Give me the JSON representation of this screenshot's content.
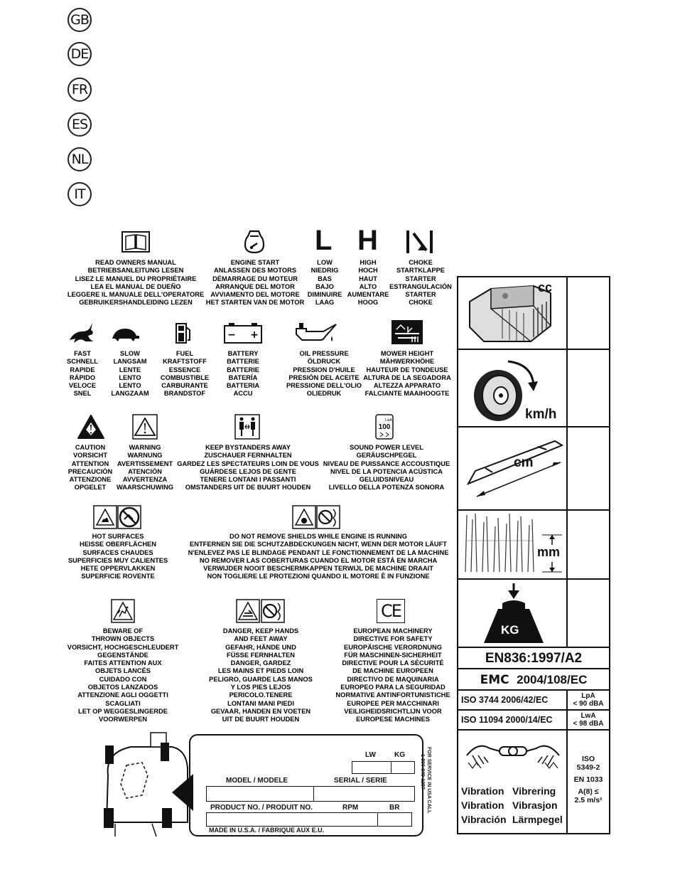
{
  "languages": [
    "GB",
    "DE",
    "FR",
    "ES",
    "NL",
    "IT"
  ],
  "symbols": {
    "owners_manual": [
      "READ OWNERS MANUAL",
      "BETRIEBSANLEITUNG LESEN",
      "LISEZ LE MANUEL DU PROPRIÉTAIRE",
      "LEA EL MANUAL DE DUEÑO",
      "LEGGERE IL MANUALE DELL'OPERATORE",
      "GEBRUIKERSHANDLEIDING LEZEN"
    ],
    "engine_start": [
      "ENGINE START",
      "ANLASSEN DES MOTORS",
      "DÉMARRAGE DU MOTEUR",
      "ARRANQUE DEL MOTOR",
      "AVVIAMENTO DEL MOTORE",
      "HET STARTEN VAN DE MOTOR"
    ],
    "low": [
      "LOW",
      "NIEDRIG",
      "BAS",
      "BAJO",
      "DIMINUIRE",
      "LAAG"
    ],
    "high": [
      "HIGH",
      "HOCH",
      "HAUT",
      "ALTO",
      "AUMENTARE",
      "HOOG"
    ],
    "choke": [
      "CHOKE",
      "STARTKLAPPE",
      "STARTER",
      "ESTRANGULACIÓN",
      "STARTER",
      "CHOKE"
    ],
    "low_letter": "L",
    "high_letter": "H",
    "fast": [
      "FAST",
      "SCHNELL",
      "RAPIDE",
      "RÁPIDO",
      "VELOCE",
      "SNEL"
    ],
    "slow": [
      "SLOW",
      "LANGSAM",
      "LENTE",
      "LENTO",
      "LENTO",
      "LANGZAAM"
    ],
    "fuel": [
      "FUEL",
      "KRAFTSTOFF",
      "ESSENCE",
      "COMBUSTIBLE",
      "CARBURANTE",
      "BRANDSTOF"
    ],
    "battery": [
      "BATTERY",
      "BATTERIE",
      "BATTERIE",
      "BATERÍA",
      "BATTERIA",
      "ACCU"
    ],
    "battery_minus": "−",
    "battery_plus": "+",
    "oil_pressure": [
      "OIL PRESSURE",
      "ÖLDRUCK",
      "PRESSION D'HUILE",
      "PRESIÓN DEL ACEITE",
      "PRESSIONE DELL'OLIO",
      "OLIEDRUK"
    ],
    "mower_height": [
      "MOWER HEIGHT",
      "MÄHWERKHÖHE",
      "HAUTEUR DE TONDEUSE",
      "ALTURA DE LA SEGADORA",
      "ALTEZZA APPARATO",
      "FALCIANTE  MAAIHOOGTE"
    ],
    "caution": [
      "CAUTION",
      "VORSICHT",
      "ATTENTION",
      "PRECAUCIÓN",
      "ATTENZIONE",
      "OPGELET"
    ],
    "warning": [
      "WARNING",
      "WARNUNG",
      "AVERTISSEMENT",
      "ATENCIÓN",
      "AVVERTENZA",
      "WAARSCHUWING"
    ],
    "bystanders": [
      "KEEP BYSTANDERS AWAY",
      "ZUSCHAUER FERNHALTEN",
      "GARDEZ LES SPECTATEURS LOIN DE VOUS",
      "GUÁRDESE LEJOS DE GENTE",
      "TENERE LONTANI I PASSANTI",
      "OMSTANDERS UIT DE BUURT HOUDEN"
    ],
    "sound_power": [
      "SOUND POWER LEVEL",
      "GERÄUSCHPEGEL",
      "NIVEAU DE PUISSANCE ACCOUSTIQUE",
      "NIVEL DE LA POTENCIA ACÚSTICA",
      "GELUIDSNIVEAU",
      "LIVELLO DELLA POTENZA SONORA"
    ],
    "sound_value": "100",
    "sound_unit": "LwA",
    "hot_surfaces": [
      "HOT SURFACES",
      "HEISSE OBERFLÄCHEN",
      "SURFACES CHAUDES",
      "SUPERFICIES MUY CALIENTES",
      "HETE OPPERVLAKKEN",
      "SUPERFICIE ROVENTE"
    ],
    "shields": [
      "DO NOT REMOVE SHIELDS WHILE ENGINE IS RUNNING",
      "ENTFERNEN SIE DIE SCHUTZABDECKUNGEN NICHT, WENN DER MOTOR LÄUFT",
      "N'ENLEVEZ PAS LE BLINDAGE PENDANT LE FONCTIONNEMENT DE LA MACHINE",
      "NO REMOVER LAS COBERTURAS CUANDO EL MOTOR ESTÁ EN MARCHA",
      "VERWIJDER NOOIT BESCHERMKAPPEN TERWIJL DE MACHINE DRAAIT",
      "NON TOGLIERE LE PROTEZIONI QUANDO IL MOTORE È IN FUNZIONE"
    ],
    "thrown_objects": [
      "BEWARE OF",
      "THROWN OBJECTS",
      "VORSICHT, HOCHGESCHLEUDERT",
      "GEGENSTÄNDE",
      "FAITES ATTENTION AUX",
      "OBJETS LANCÉS",
      "CUIDADO CON",
      "OBJETOS LANZADOS",
      "ATTENZIONE AGLI OGGETTI",
      "SCAGLIATI",
      "LET OP WEGGESLINGERDE",
      "VOORWERPEN"
    ],
    "hands_feet": [
      "DANGER, KEEP HANDS",
      "AND FEET AWAY",
      "GEFAHR, HÄNDE UND",
      "FÜSSE FERNHALTEN",
      "DANGER, GARDEZ",
      "LES MAINS ET PIEDS LOIN",
      "PELIGRO, GUARDE LAS MANOS",
      "Y LOS PIES LEJOS",
      "PERICOLO.TENERE",
      "LONTANI MANI PIEDI",
      "GEVAAR, HANDEN EN VOETEN",
      "UIT DE BUURT HOUDEN"
    ],
    "ce_mark": "CE",
    "european": [
      "EUROPEAN MACHINERY",
      "DIRECTIVE FOR SAFETY",
      "EUROPÄISCHE VERORDNUNG",
      "FÜR MASCHINEN-SICHERHEIT",
      "DIRECTIVE POUR LA SÉCURITÉ",
      "DE MACHINE EUROPEEN",
      "DIRECTIVO DE MAQUINARIA",
      "EUROPEO PARA LA SEGURIDAD",
      "NORMATIVE ANTINFORTUNISTICHE",
      "EUROPEE PER MACCHINARI",
      "VEILIGHEIDSRICHTLIJN VOOR",
      "EUROPESE MACHINES"
    ]
  },
  "panel": {
    "cc": "cc",
    "speed_unit": "km/h",
    "blade_unit": "cm",
    "height_unit": "mm",
    "weight_label": "KG",
    "en_standard": "EN836:1997/A2",
    "emc_label": "EMC",
    "emc_value": "2004/108/EC",
    "iso_3744": "ISO 3744  2006/42/EC",
    "lpa_label": "LpA",
    "lpa_value": "< 90 dBA",
    "iso_11094": "ISO 11094 2000/14/EC",
    "lwa_label": "LwA",
    "lwa_value": "< 98 dBA",
    "vibration_words": [
      "Vibration",
      "Vibrering",
      "Vibration",
      "Vibrasjon",
      "Vibración",
      "Lärmpegel"
    ],
    "iso_5349_a": "ISO",
    "iso_5349_b": "5349-2",
    "en_1033": "EN 1033",
    "vib_limit_a": "A(8) ≤",
    "vib_limit_b": "2.5 m/s²"
  },
  "plate": {
    "lw": "LW",
    "kg": "KG",
    "model": "MODEL / MODELE",
    "serial": "SERIAL / SERIE",
    "product": "PRODUCT NO. / PRODUIT NO.",
    "rpm": "RPM",
    "br": "BR",
    "made_in": "MADE IN U.S.A. / FABRIQUE AUX E.U.",
    "service": "FOR SERVICE IN USA CALL",
    "phone": "1-800-849-1297"
  }
}
